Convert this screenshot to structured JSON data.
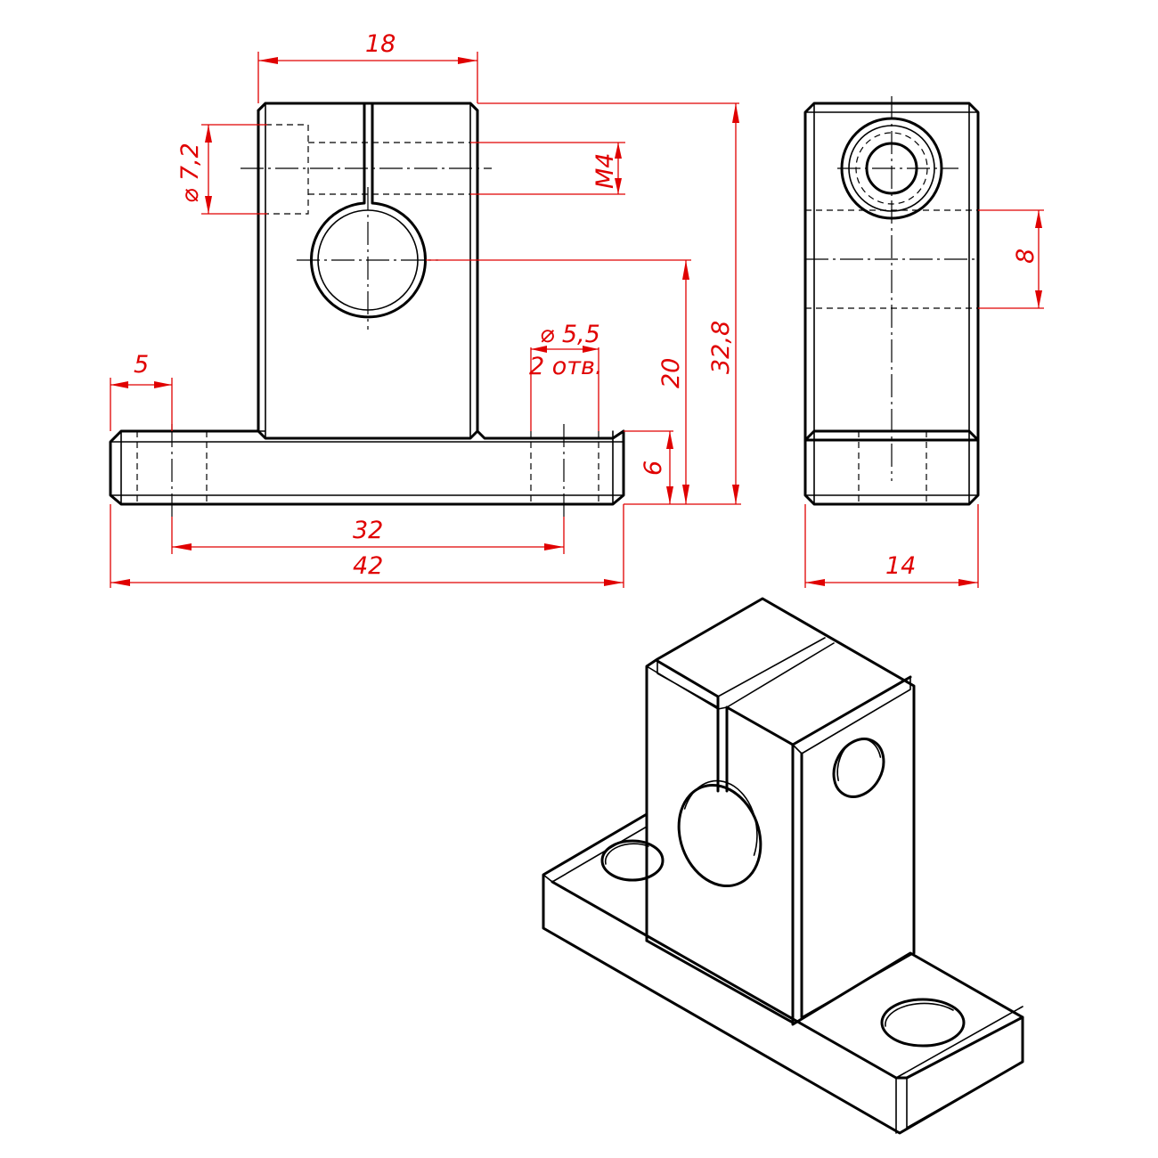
{
  "colors": {
    "geometry": "#000000",
    "dimensions": "#e00000",
    "background": "#ffffff"
  },
  "dimensions": {
    "top_width": "18",
    "cbore_dia": "⌀ 7,2",
    "thread": "M4",
    "total_height": "32,8",
    "bore_height": "20",
    "base_height": "6",
    "flange": "5",
    "hole_dia": "⌀ 5,5",
    "hole_count": "2 отв.",
    "hole_spacing": "32",
    "total_length": "42",
    "side_width": "14",
    "side_offset": "8"
  }
}
